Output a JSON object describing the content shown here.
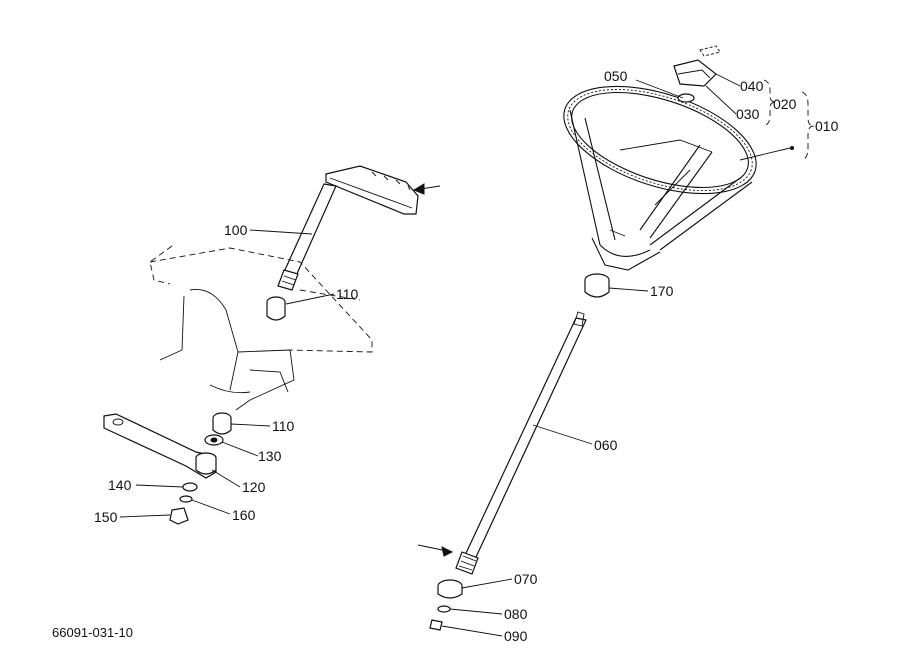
{
  "diagram": {
    "drawing_number": "66091-031-10",
    "callouts": {
      "p010": "010",
      "p020": "020",
      "p030": "030",
      "p040": "040",
      "p050": "050",
      "p060": "060",
      "p070": "070",
      "p080": "080",
      "p090": "090",
      "p100": "100",
      "p110a": "110",
      "p110b": "110",
      "p120": "120",
      "p130": "130",
      "p140": "140",
      "p150": "150",
      "p160": "160",
      "p170": "170"
    }
  }
}
